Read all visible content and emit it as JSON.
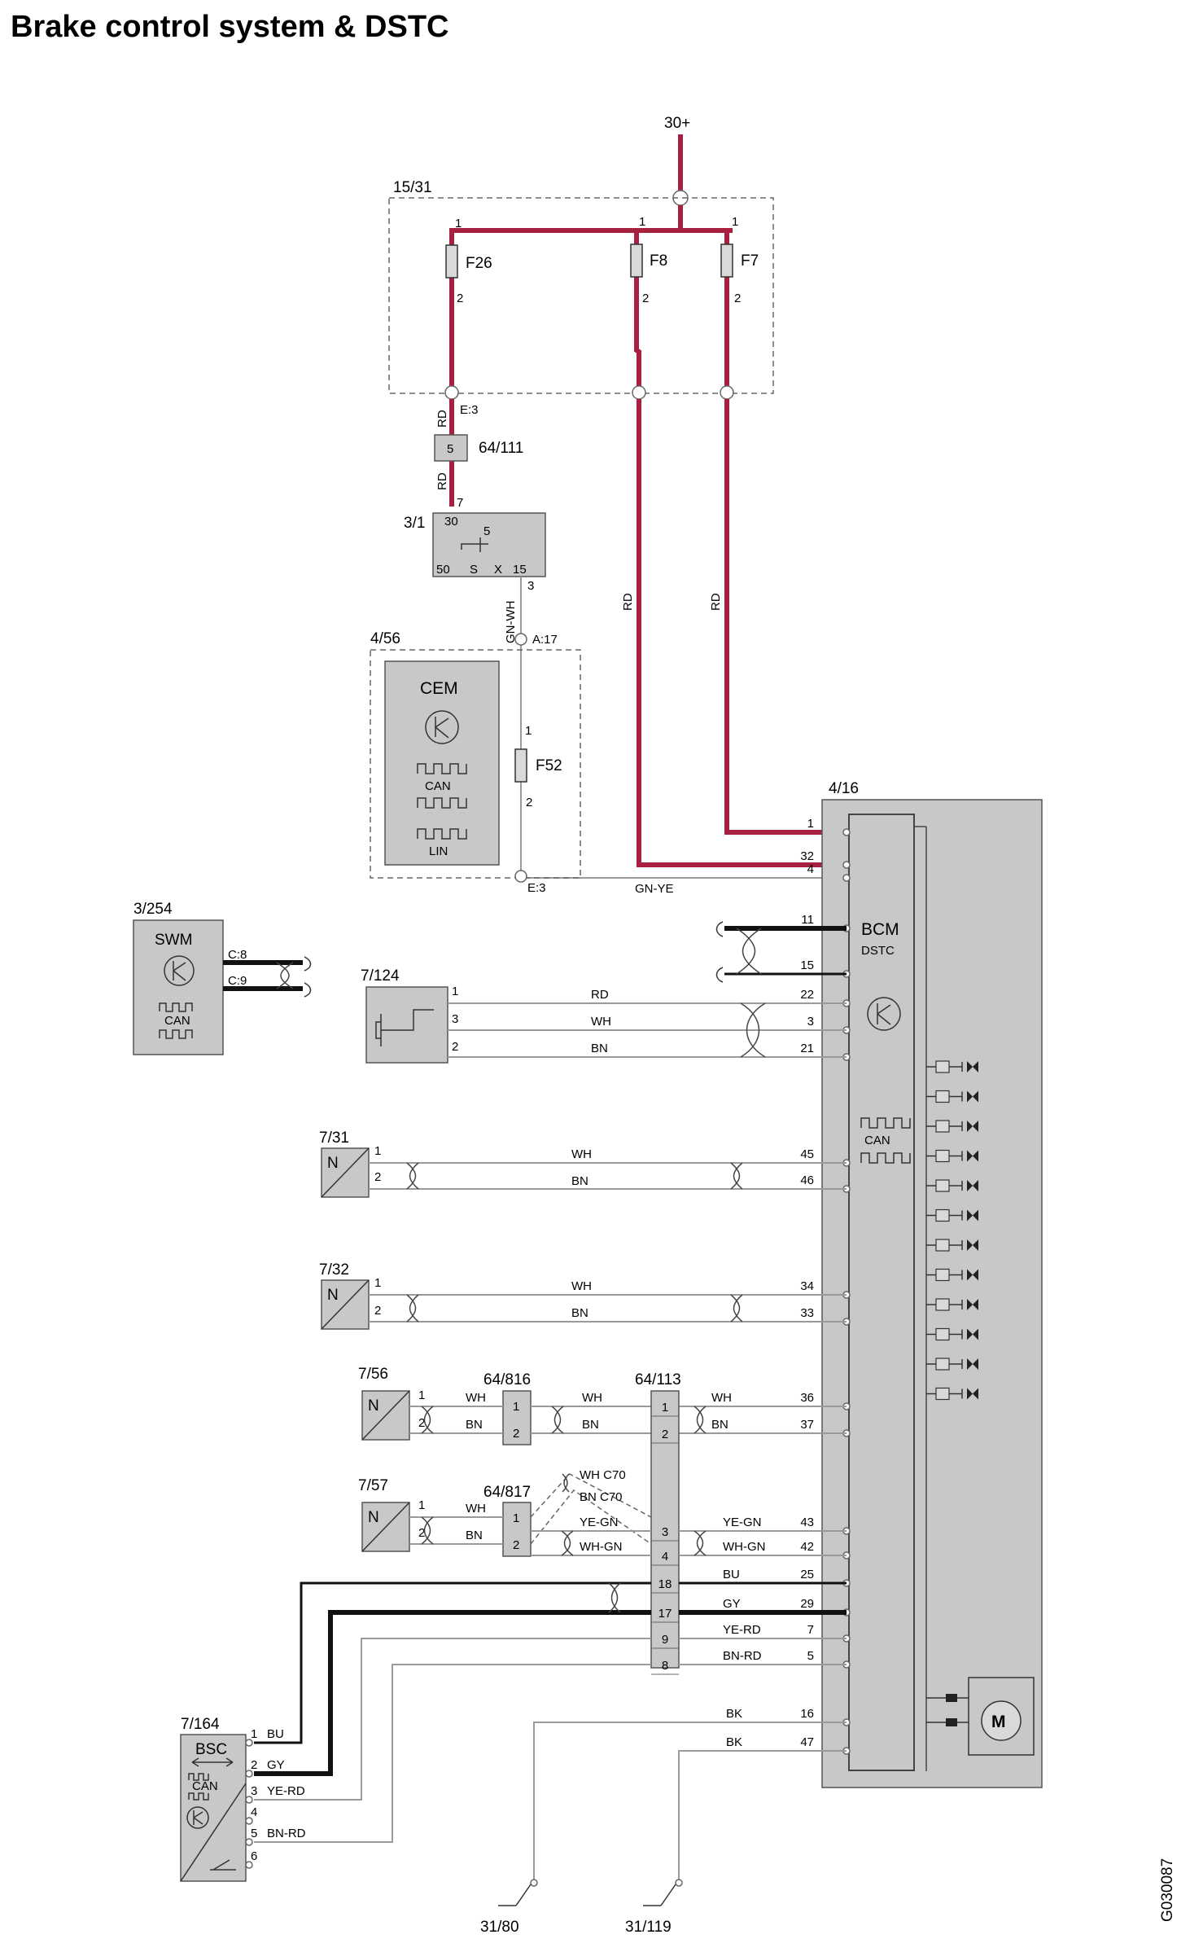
{
  "title": "Brake control system & DSTC",
  "figure_id": "G030087",
  "supply": "30+",
  "fusebox": {
    "id": "15/31",
    "fuses": [
      {
        "name": "F26",
        "pin_in": "1",
        "pin_out": "2"
      },
      {
        "name": "F8",
        "pin_in": "1",
        "pin_out": "2"
      },
      {
        "name": "F7",
        "pin_in": "1",
        "pin_out": "2"
      }
    ],
    "conn_e3": "E:3"
  },
  "connector_64_111": {
    "id": "64/111",
    "pin": "5"
  },
  "ignition_switch": {
    "id": "3/1",
    "pins": [
      "30",
      "5",
      "50",
      "S",
      "X",
      "15"
    ],
    "pin_in": "7",
    "pin_out": "3"
  },
  "cem": {
    "id": "4/56",
    "label": "CEM",
    "can": "CAN",
    "lin": "LIN",
    "fuse": "F52",
    "fuse_pin_in": "1",
    "fuse_pin_out": "2",
    "conn_top": "A:17",
    "conn_bottom": "E:3"
  },
  "swm": {
    "id": "3/254",
    "label": "SWM",
    "can": "CAN",
    "pins": [
      "C:8",
      "C:9"
    ]
  },
  "bcm": {
    "id": "4/16",
    "label": "BCM",
    "sublabel": "DSTC",
    "can": "CAN"
  },
  "sensor_7_124": {
    "id": "7/124",
    "pins": [
      "1",
      "3",
      "2"
    ]
  },
  "sensor_7_31": {
    "id": "7/31",
    "symbol": "N",
    "pins": [
      "1",
      "2"
    ]
  },
  "sensor_7_32": {
    "id": "7/32",
    "symbol": "N",
    "pins": [
      "1",
      "2"
    ]
  },
  "sensor_7_56": {
    "id": "7/56",
    "symbol": "N",
    "pins": [
      "1",
      "2"
    ]
  },
  "sensor_7_57": {
    "id": "7/57",
    "symbol": "N",
    "pins": [
      "1",
      "2"
    ]
  },
  "connector_64_816": {
    "id": "64/816",
    "pins": [
      "1",
      "2"
    ]
  },
  "connector_64_817": {
    "id": "64/817",
    "pins": [
      "1",
      "2"
    ]
  },
  "connector_64_113": {
    "id": "64/113",
    "pins": [
      "1",
      "2",
      "3",
      "4",
      "18",
      "17",
      "9",
      "8"
    ]
  },
  "bsc": {
    "id": "7/164",
    "label": "BSC",
    "can": "CAN",
    "pins": [
      {
        "n": "1",
        "color": "BU"
      },
      {
        "n": "2",
        "color": "GY"
      },
      {
        "n": "3",
        "color": "YE-RD"
      },
      {
        "n": "4",
        "color": ""
      },
      {
        "n": "5",
        "color": "BN-RD"
      },
      {
        "n": "6",
        "color": ""
      }
    ]
  },
  "wire_colors": {
    "rd": "RD",
    "gn_wh": "GN-WH",
    "gn_ye": "GN-YE",
    "wh": "WH",
    "bn": "BN",
    "ye_gn": "YE-GN",
    "wh_gn": "WH-GN",
    "bu": "BU",
    "gy": "GY",
    "ye_rd": "YE-RD",
    "bn_rd": "BN-RD",
    "bk": "BK",
    "wh_c70": "WH C70",
    "bn_c70": "BN C70"
  },
  "bcm_pins": {
    "p1": "1",
    "p32": "32",
    "p4": "4",
    "p11": "11",
    "p15": "15",
    "p22": "22",
    "p3": "3",
    "p21": "21",
    "p45": "45",
    "p46": "46",
    "p34": "34",
    "p33": "33",
    "p36": "36",
    "p37": "37",
    "p43": "43",
    "p42": "42",
    "p25": "25",
    "p29": "29",
    "p7": "7",
    "p5": "5",
    "p16": "16",
    "p47": "47"
  },
  "grounds": [
    "31/80",
    "31/119"
  ],
  "colors": {
    "power_wire": "#a8203f",
    "component_fill": "#c8c8c8",
    "wire": "#9a9a9a",
    "can_wire": "#111111"
  }
}
